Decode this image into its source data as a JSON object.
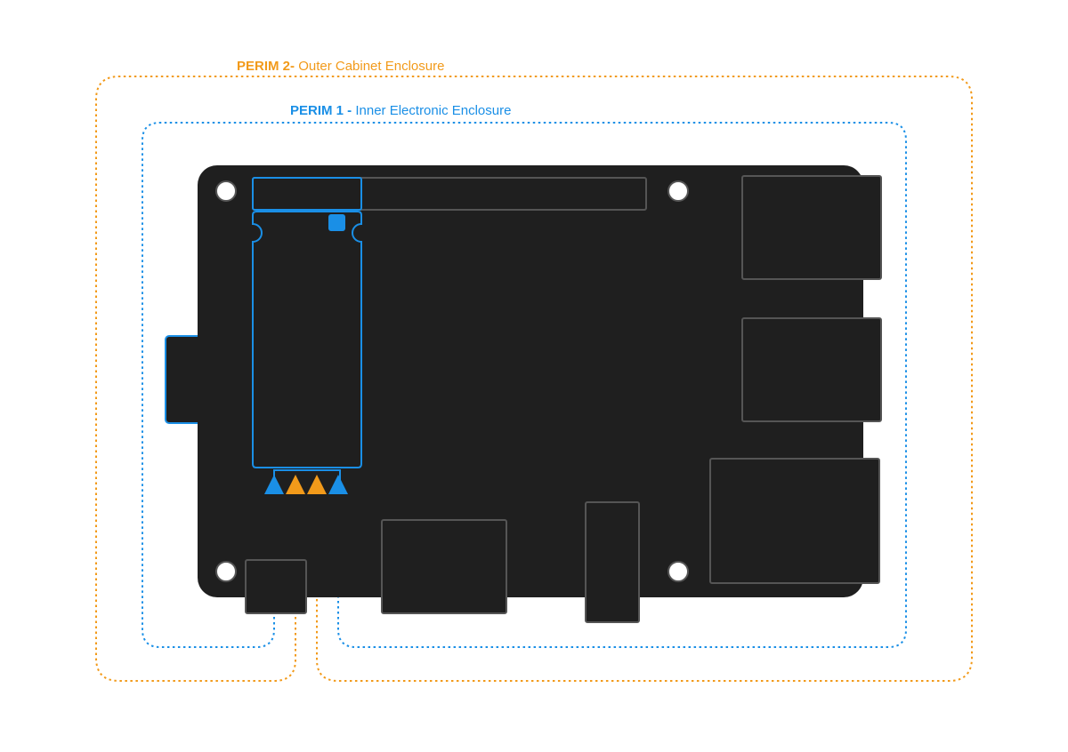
{
  "labels": {
    "perim2": {
      "name": "PERIM 2-",
      "desc": "Outer Cabinet Enclosure"
    },
    "perim1": {
      "name": "PERIM 1 -",
      "desc": "Inner Electronic Enclosure"
    }
  },
  "colors": {
    "perim1": "#1a8fe6",
    "perim2": "#f29a1a",
    "board": "#1f1f1f",
    "component_stroke": "#555555",
    "hole": "#ffffff"
  },
  "icons": {
    "sensor_arrows": "triangle-up-icon"
  }
}
